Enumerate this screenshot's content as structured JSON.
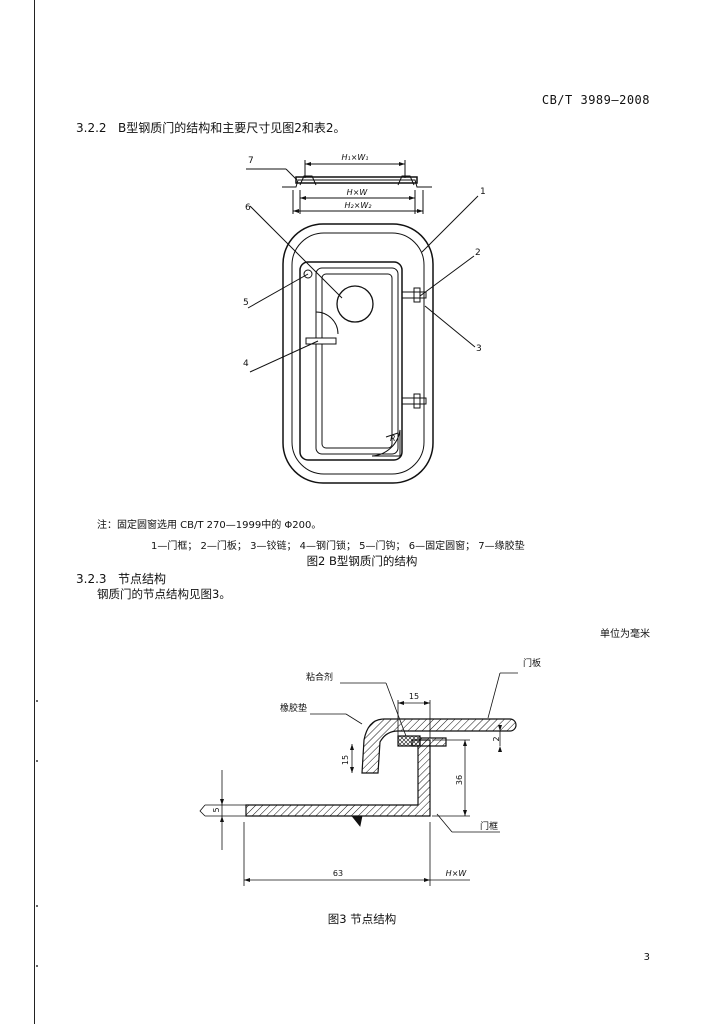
{
  "header": {
    "standard_no": "CB/T 3989—2008"
  },
  "section_322": {
    "number": "3.2.2",
    "text": "B型钢质门的结构和主要尺寸见图2和表2。"
  },
  "figure2": {
    "callouts": [
      "1",
      "2",
      "3",
      "4",
      "5",
      "6",
      "7"
    ],
    "dims": {
      "outer": "H₁×W₁",
      "mid": "H×W",
      "inner": "H₂×W₂",
      "radius": "R"
    },
    "note": "注：固定圆窗选用 CB/T 270—1999中的 Φ200。",
    "legend": "1—门框；   2—门板；   3—铰链；   4—钢门锁；   5—门钩；   6—固定圆窗；   7—缘胶垫",
    "caption": "图2   B型钢质门的结构"
  },
  "section_323": {
    "number": "3.2.3",
    "title": "节点结构",
    "text": "钢质门的节点结构见图3。"
  },
  "unit_note": "单位为毫米",
  "figure3": {
    "labels": {
      "adhesive": "粘合剂",
      "rubber_pad": "橡胶垫",
      "door_leaf": "门板",
      "door_frame": "门框"
    },
    "dims": {
      "d15_top": "15",
      "d15_side": "15",
      "d36": "36",
      "d2": "2",
      "d5": "5",
      "d63": "63",
      "hxw": "H×W"
    },
    "caption": "图3   节点结构"
  },
  "page_number": "3"
}
